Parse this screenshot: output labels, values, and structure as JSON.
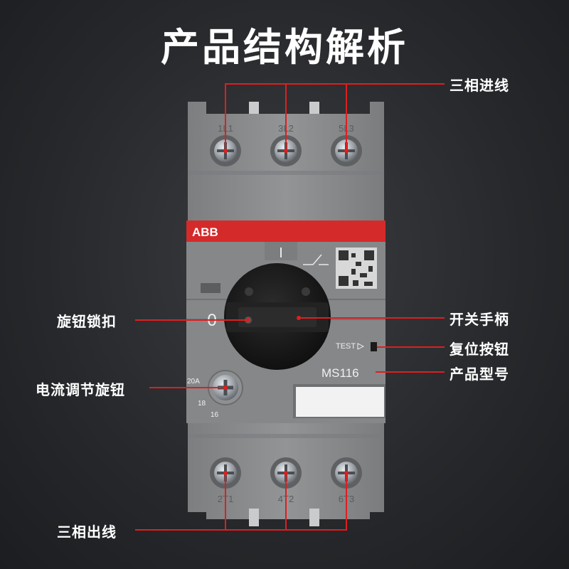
{
  "title": "产品结构解析",
  "callouts": {
    "line_in": "三相进线",
    "knob_lock": "旋钮锁扣",
    "handle": "开关手柄",
    "reset": "复位按钮",
    "current_dial": "电流调节旋钮",
    "model": "产品型号",
    "line_out": "三相出线"
  },
  "device": {
    "brand": "ABB",
    "top_terminals": [
      "1L1",
      "3L2",
      "5L3"
    ],
    "bottom_terminals": [
      "2T1",
      "4T2",
      "6T3"
    ],
    "on_mark": "I",
    "off_mark": "0",
    "test_label": "TEST",
    "model": "MS116",
    "dial_marks": [
      "20A",
      "18",
      "16"
    ]
  },
  "colors": {
    "accent_red": "#e01e1e",
    "brand_band": "#d42a2a",
    "housing": "#8b8d8f",
    "knob": "#1a1a1a"
  }
}
